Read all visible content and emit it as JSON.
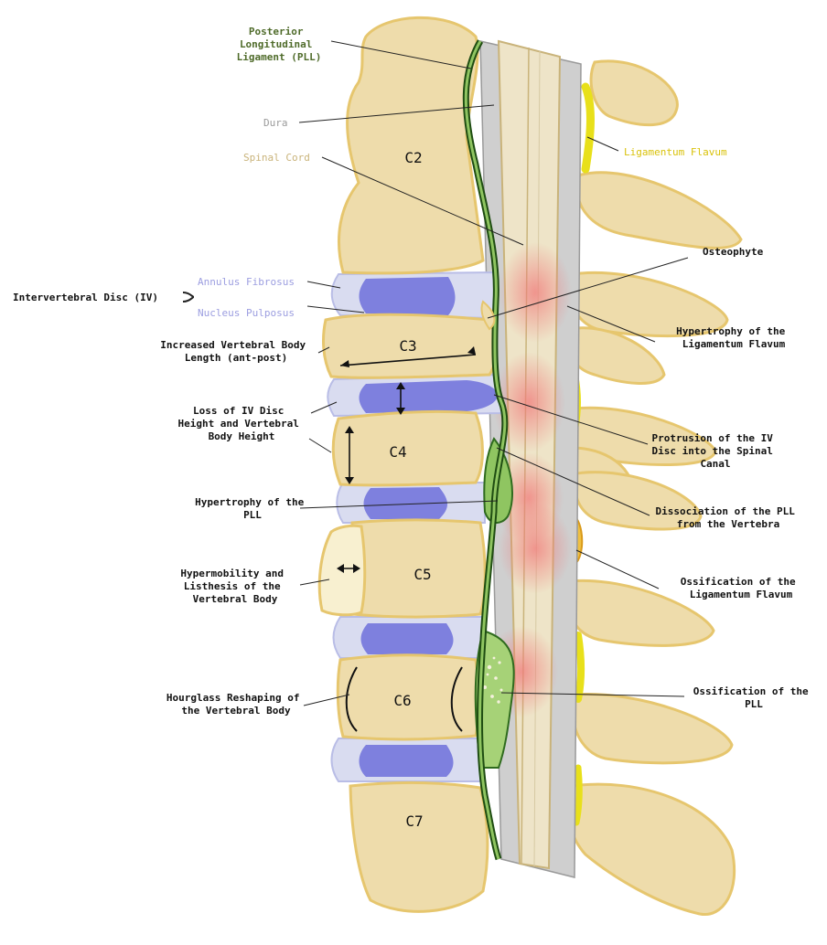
{
  "vertebrae": {
    "c2": "C2",
    "c3": "C3",
    "c4": "C4",
    "c5": "C5",
    "c6": "C6",
    "c7": "C7"
  },
  "labels": {
    "pll": [
      "Posterior",
      "Longitudinal",
      "Ligament (PLL)"
    ],
    "dura": [
      "Dura"
    ],
    "spinal_cord": [
      "Spinal Cord"
    ],
    "ligamentum_flavum": [
      "Ligamentum Flavum"
    ],
    "osteophyte": [
      "Osteophyte"
    ],
    "annulus_fibrosus": [
      "Annulus Fibrosus"
    ],
    "iv_disc": [
      "Intervertebral Disc (IV)"
    ],
    "nucleus_pulposus": [
      "Nucleus Pulposus"
    ],
    "hypertrophy_lf": [
      "Hypertrophy of the",
      "Ligamentum Flavum"
    ],
    "increased_length": [
      "Increased Vertebral Body",
      "Length (ant-post)"
    ],
    "loss_disc_height": [
      "Loss of IV Disc",
      "Height and Vertebral",
      "Body Height"
    ],
    "protrusion": [
      "Protrusion of the IV",
      "Disc into the Spinal",
      "Canal"
    ],
    "hypertrophy_pll": [
      "Hypertrophy of the",
      "PLL"
    ],
    "dissociation_pll": [
      "Dissociation of the PLL",
      "from the Vertebra"
    ],
    "hypermobility": [
      "Hypermobility and",
      "Listhesis of the",
      "Vertebral Body"
    ],
    "ossification_lf": [
      "Ossification of the",
      "Ligamentum Flavum"
    ],
    "hourglass": [
      "Hourglass Reshaping of",
      "the Vertebral Body"
    ],
    "ossification_pll": [
      "Ossification of the",
      "PLL"
    ]
  },
  "colors": {
    "bone": "#eedcab",
    "bone_outline": "#e6c66e",
    "disc_nucleus": "#7e80de",
    "disc_annulus": "#d9dcf0",
    "pll": "#2f6b1e",
    "pll_hypertrophy": "#8fc561",
    "ligamentum_flavum": "#e8e01a",
    "dura": "#cfcfcf",
    "spinal_cord": "#eee4c8",
    "compression_highlight": "#f08a8a"
  }
}
